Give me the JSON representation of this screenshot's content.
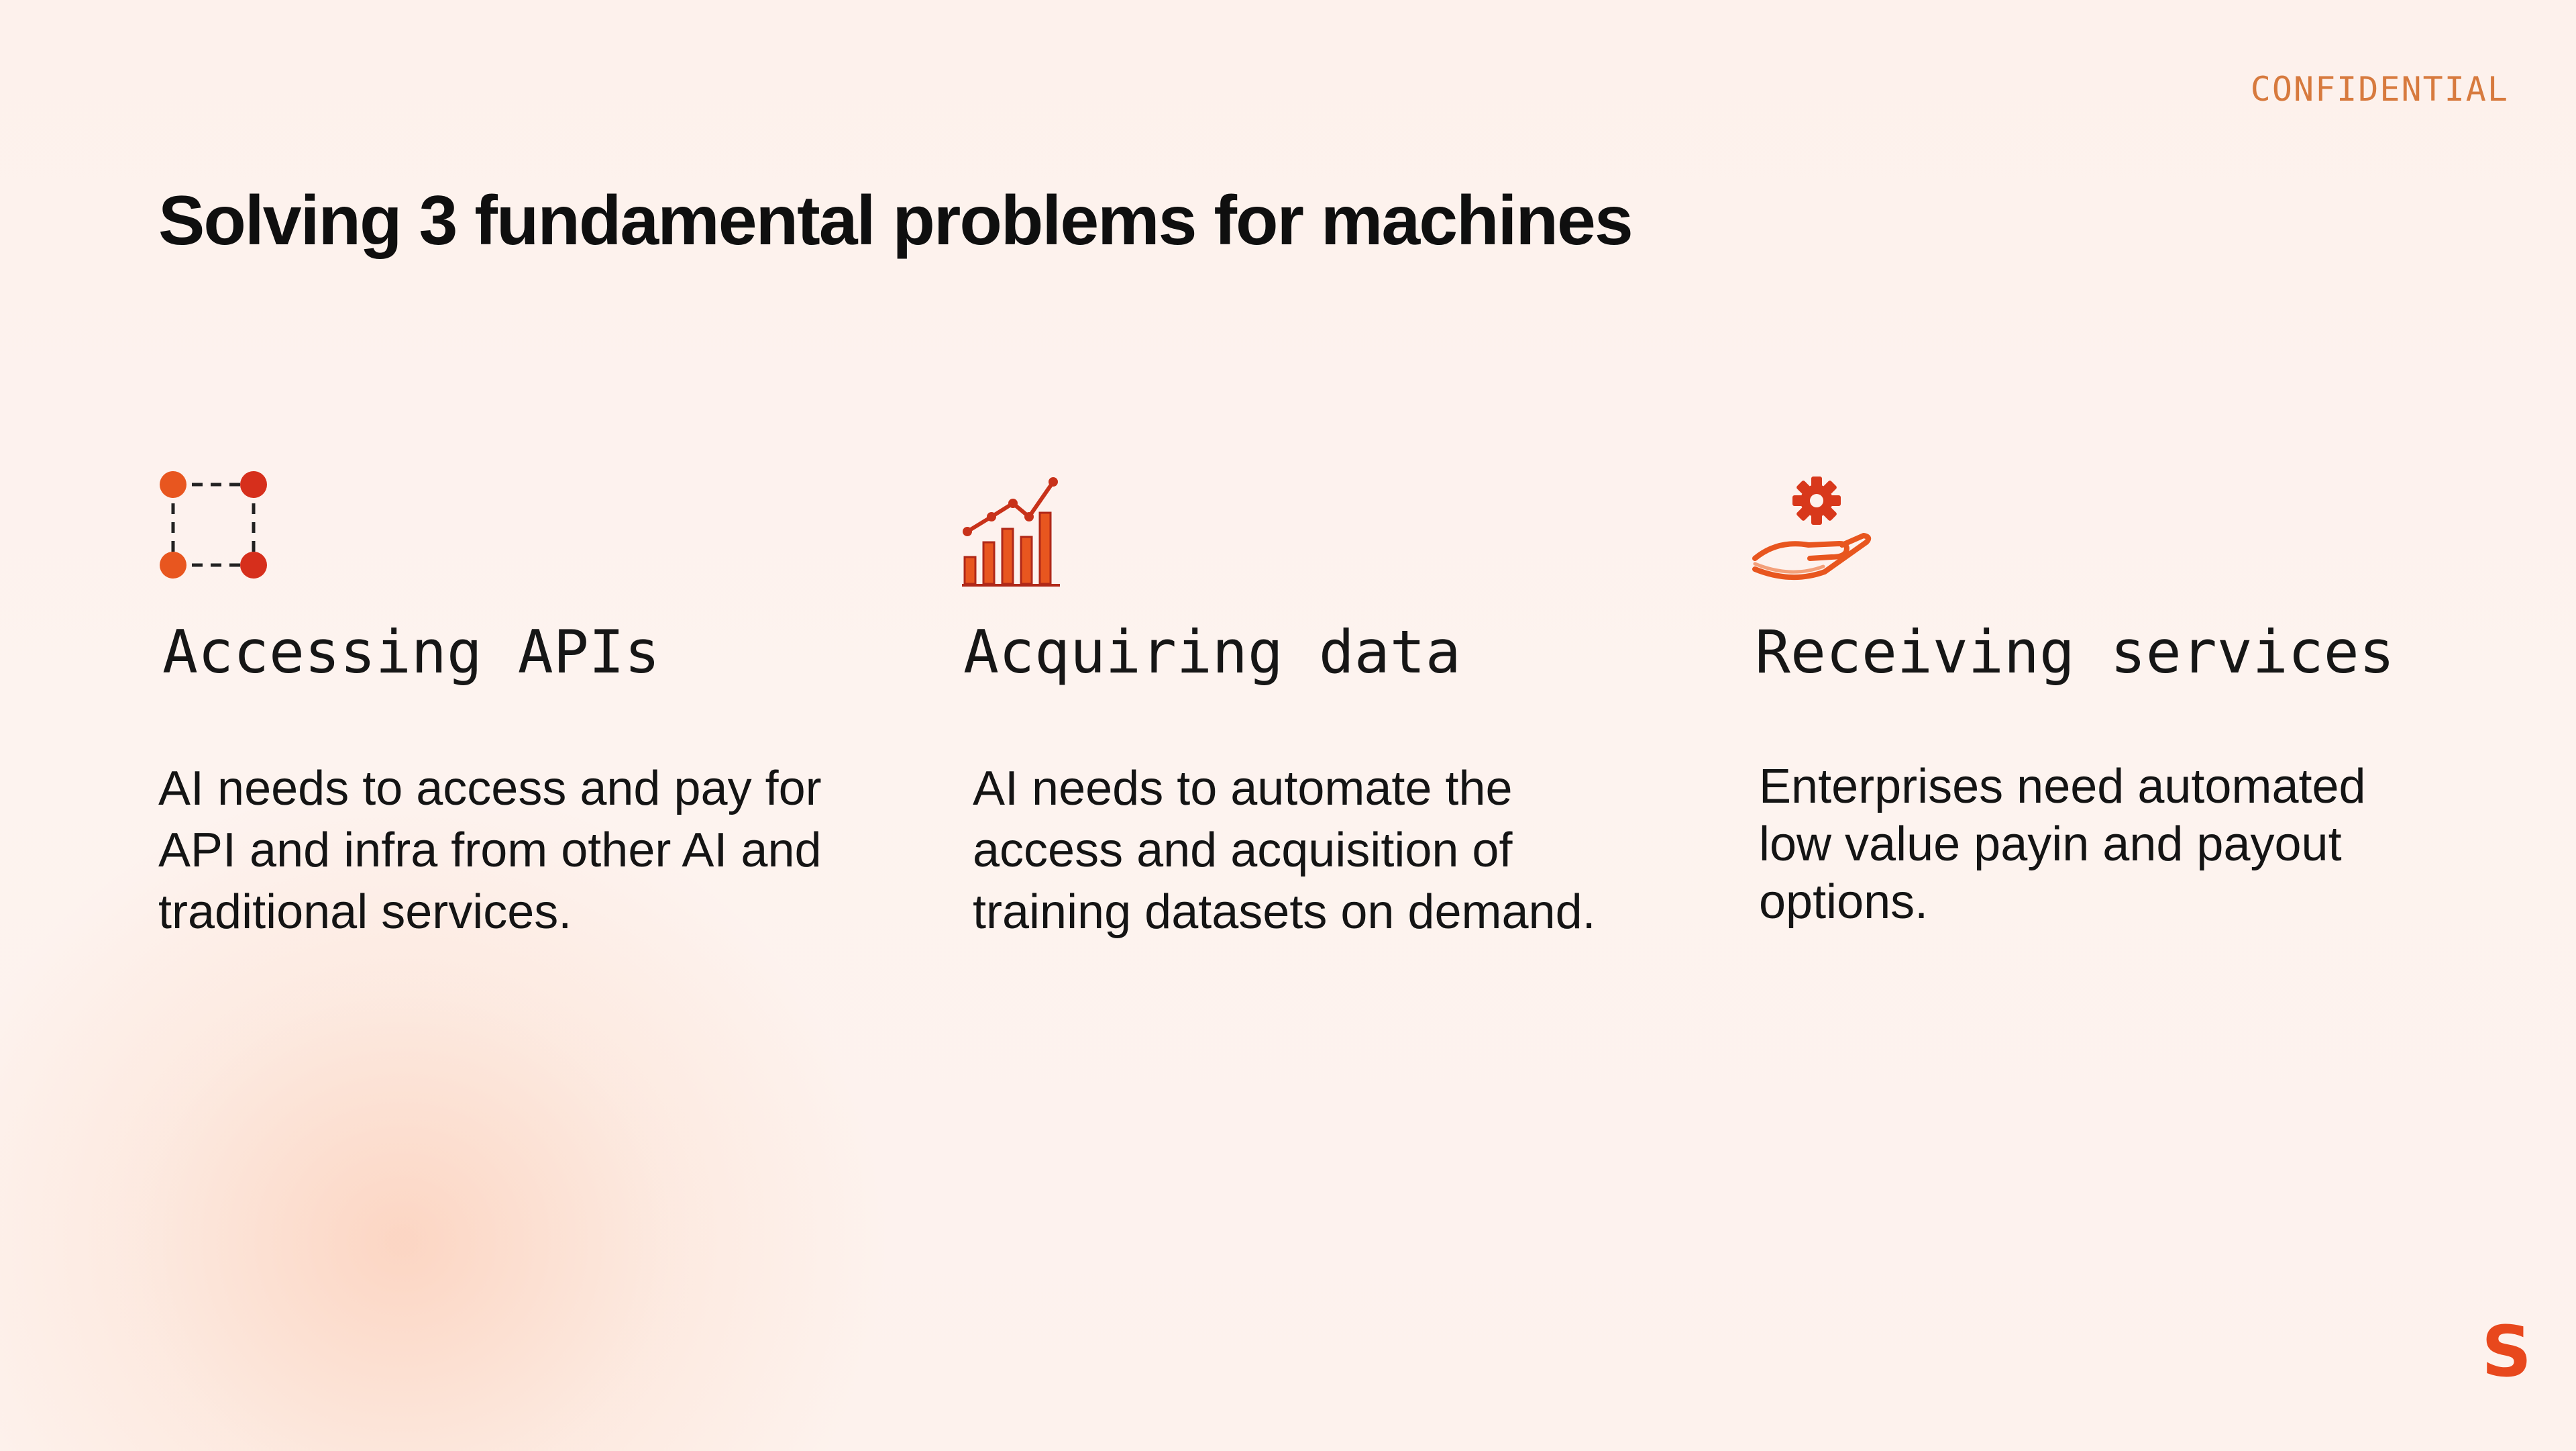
{
  "header": {
    "confidential": "CONFIDENTIAL",
    "title": "Solving 3 fundamental problems for machines"
  },
  "columns": [
    {
      "icon": "network-nodes-icon",
      "heading": "Accessing APIs",
      "body": "AI needs to access and pay for API and infra from other AI and traditional services."
    },
    {
      "icon": "bar-chart-trend-icon",
      "heading": "Acquiring data",
      "body": "AI needs to automate the access and acquisition of training datasets on demand."
    },
    {
      "icon": "hand-gear-icon",
      "heading": "Receiving services",
      "body": "Enterprises need automated low value payin and payout options."
    }
  ],
  "footer": {
    "logo": "S"
  },
  "colors": {
    "accent": "#e8481d",
    "accent_dark": "#c8321a",
    "confidential": "#d77a3e",
    "background": "#fdf2ed"
  }
}
